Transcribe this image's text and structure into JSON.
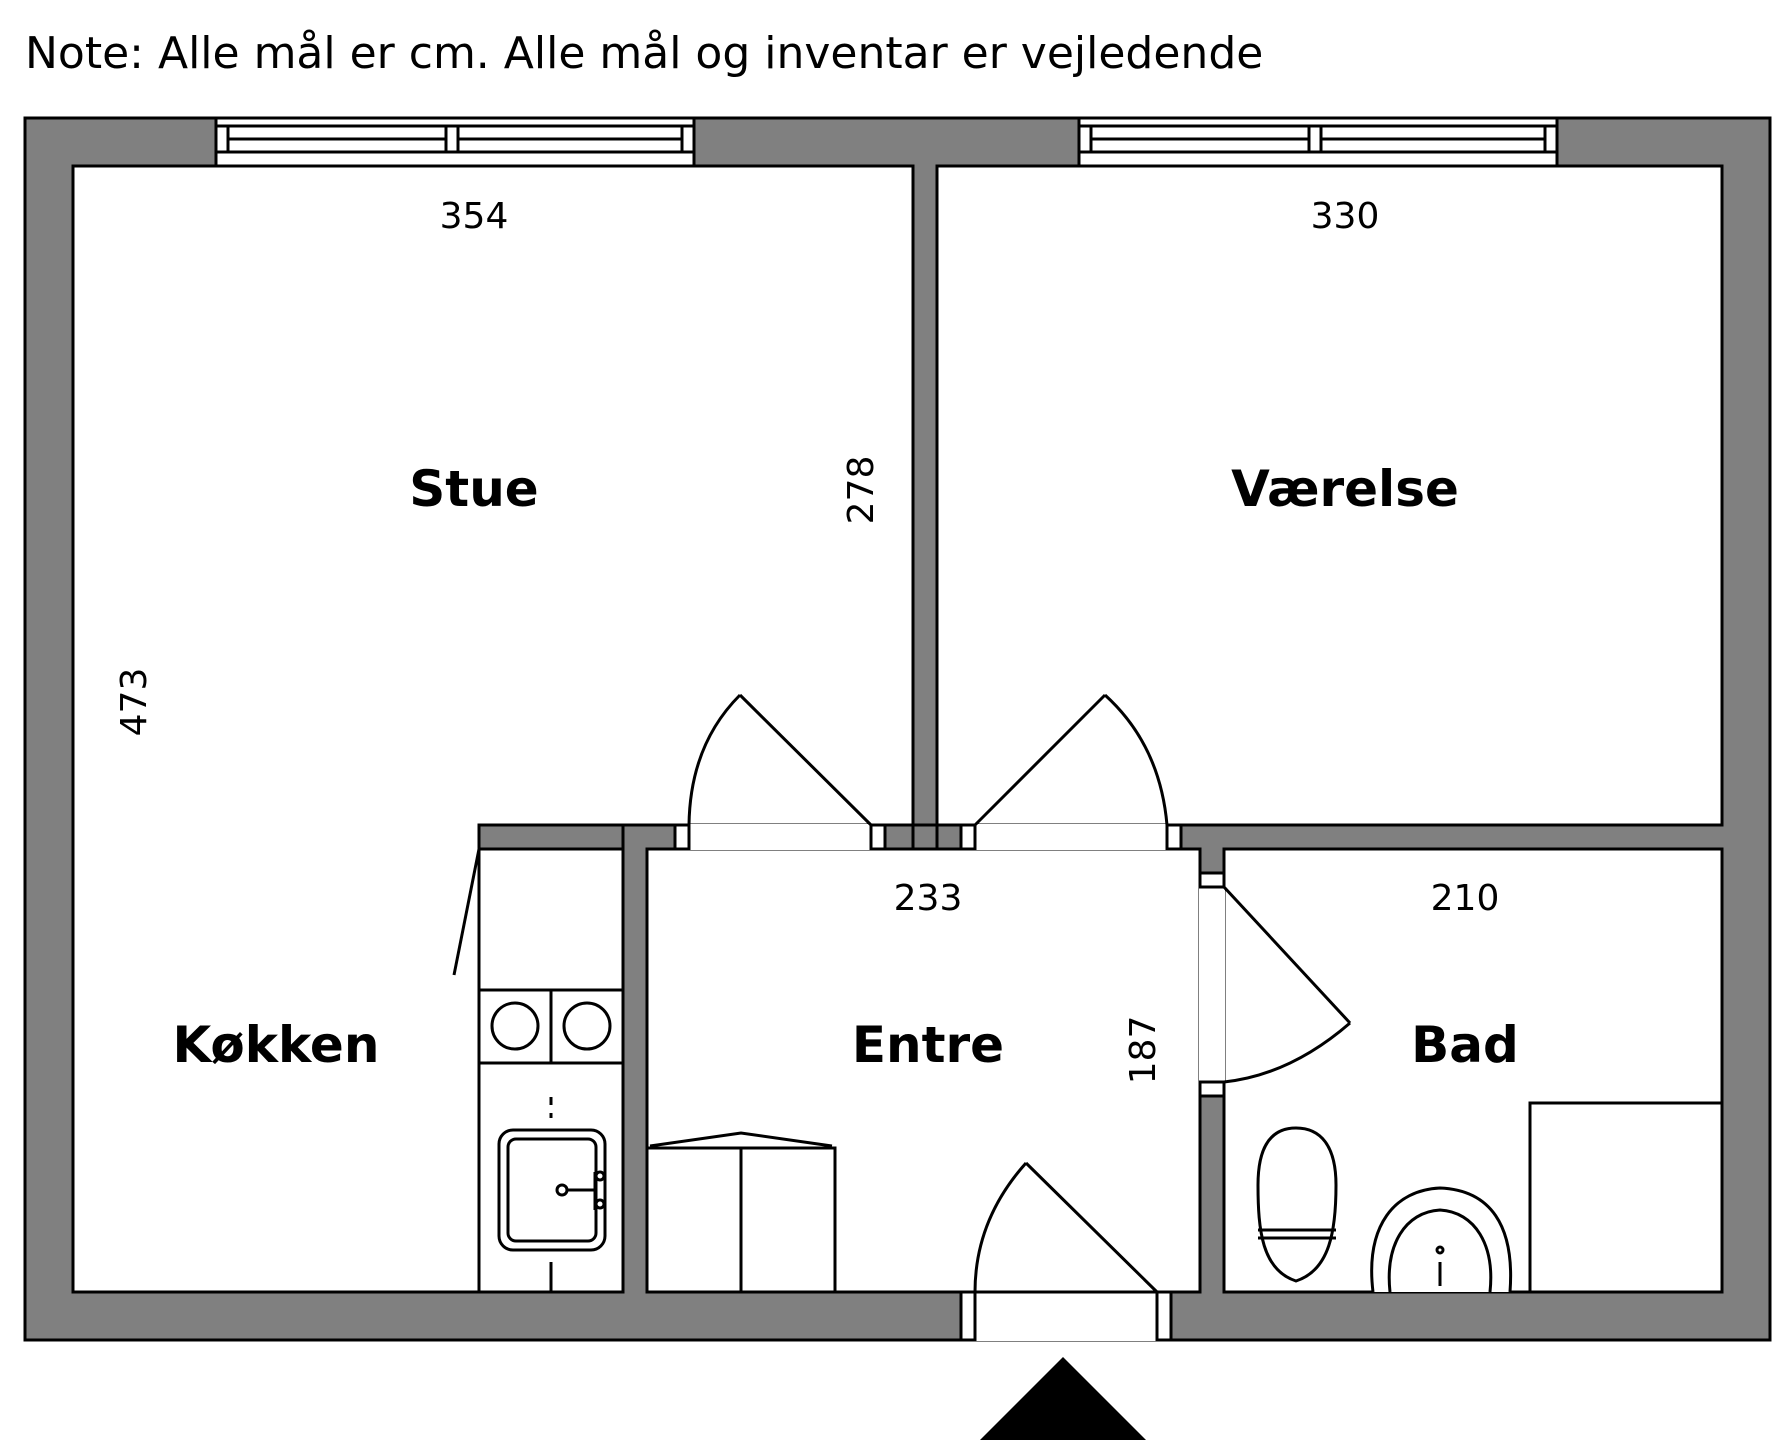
{
  "note": "Note: Alle mål er cm. Alle mål og inventar er vejledende",
  "rooms": {
    "stue": "Stue",
    "vaerelse": "Værelse",
    "kokken": "Køkken",
    "entre": "Entre",
    "bad": "Bad"
  },
  "dimensions": {
    "stue_width": "354",
    "vaerelse_width": "330",
    "stue_height": "278",
    "kokken_height": "473",
    "entre_width": "233",
    "bad_width": "210",
    "entre_height": "187"
  },
  "colors": {
    "wall": "#808080",
    "line": "#000000",
    "floor": "#ffffff"
  }
}
